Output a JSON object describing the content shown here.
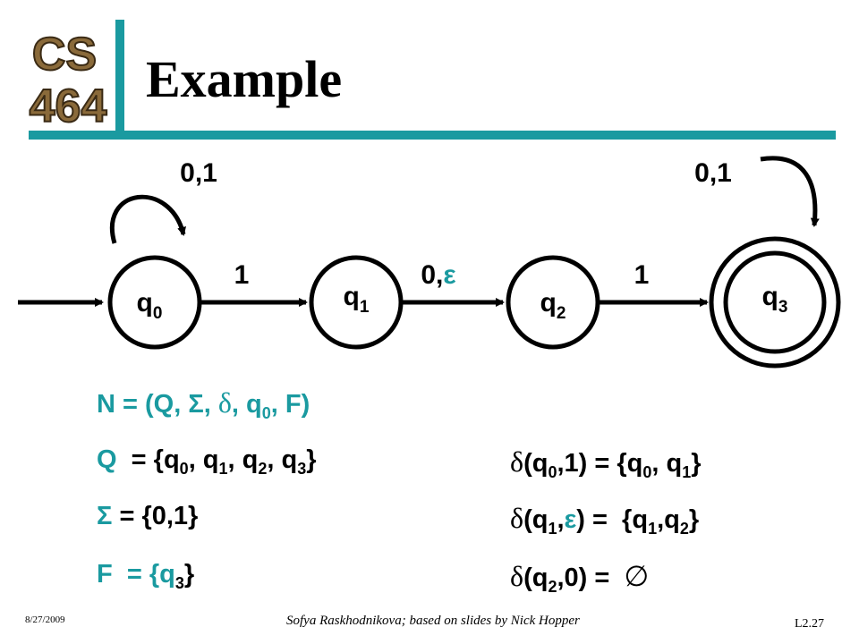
{
  "header": {
    "logo_line1": "CS",
    "logo_line2": "464",
    "title": "Example"
  },
  "diagram": {
    "states": [
      {
        "name": "q",
        "sub": "0",
        "accepting": false,
        "start": true
      },
      {
        "name": "q",
        "sub": "1",
        "accepting": false,
        "start": false
      },
      {
        "name": "q",
        "sub": "2",
        "accepting": false,
        "start": false
      },
      {
        "name": "q",
        "sub": "3",
        "accepting": true,
        "start": false
      }
    ],
    "transitions": [
      {
        "label": "1"
      },
      {
        "label_a": "0,",
        "label_b": "ε"
      },
      {
        "label": "1"
      }
    ],
    "self_loops": [
      {
        "label": "0,1"
      },
      {
        "label": "0,1"
      }
    ],
    "colors": {
      "accent": "#1a9aa0",
      "ink": "#000000"
    }
  },
  "definitions": {
    "tuple": {
      "left": "N = (Q, Σ, ",
      "delta": "δ",
      "mid": ", q",
      "sub": "0",
      "right": ", F)"
    },
    "Q": {
      "lhs": "Q",
      "eq": "  = {q",
      "s0": "0",
      "sep0": ", q",
      "s1": "1",
      "sep1": ", q",
      "s2": "2",
      "sep2": ", q",
      "s3": "3",
      "close": "}"
    },
    "Sigma": {
      "lhs": "Σ",
      "rhs": " = {0,1}"
    },
    "F": {
      "lhs": "F",
      "eq": "  = {q",
      "s3": "3",
      "close": "}"
    },
    "delta1": {
      "delta": "δ",
      "a": "(q",
      "s": "0",
      "b": ",1) = {q",
      "s2": "0",
      "c": ", q",
      "s3": "1",
      "d": "}"
    },
    "delta2": {
      "delta": "δ",
      "a": "(q",
      "s": "1",
      "b": ",",
      "eps": "ε",
      "c": ") =  {q",
      "s2": "1",
      "d": ",q",
      "s3": "2",
      "e": "}"
    },
    "delta3": {
      "delta": "δ",
      "a": "(q",
      "s": "2",
      "b": ",0) =  ",
      "empty": "∅"
    }
  },
  "footer": {
    "date": "8/27/2009",
    "credit": "Sofya Raskhodnikova; based on slides by Nick Hopper",
    "page": "L2.27"
  }
}
